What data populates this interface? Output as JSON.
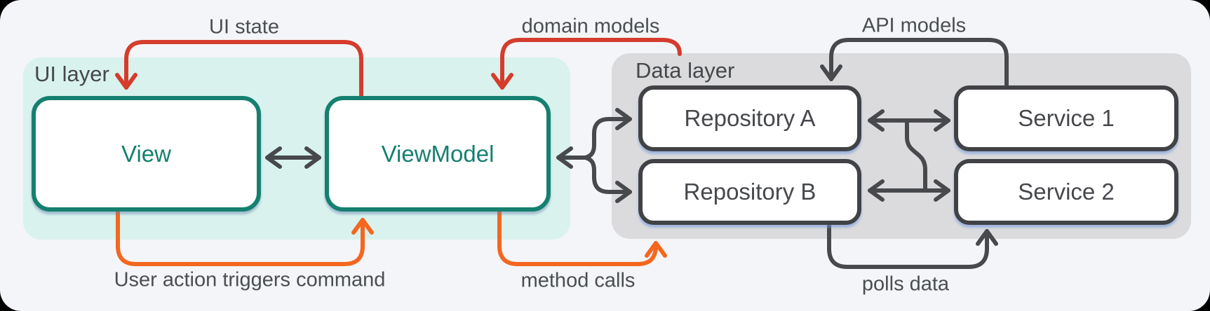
{
  "diagram": {
    "regions": {
      "ui_layer": {
        "label": "UI layer"
      },
      "data_layer": {
        "label": "Data layer"
      }
    },
    "boxes": {
      "view": "View",
      "viewmodel": "ViewModel",
      "repository_a": "Repository A",
      "repository_b": "Repository B",
      "service_1": "Service 1",
      "service_2": "Service 2"
    },
    "arrow_labels": {
      "ui_state": "UI state",
      "domain_models": "domain models",
      "api_models": "API models",
      "user_action": "User action triggers command",
      "method_calls": "method calls",
      "polls_data": "polls data"
    },
    "colors": {
      "red_arrow": "#d53c2c",
      "orange_arrow": "#f4671f",
      "dark_arrow": "#47494c",
      "teal_accent": "#15806f",
      "ui_region_bg": "#d9f2ee",
      "data_region_bg": "#dbdbdd",
      "card_bg": "#f3f5f8"
    }
  }
}
